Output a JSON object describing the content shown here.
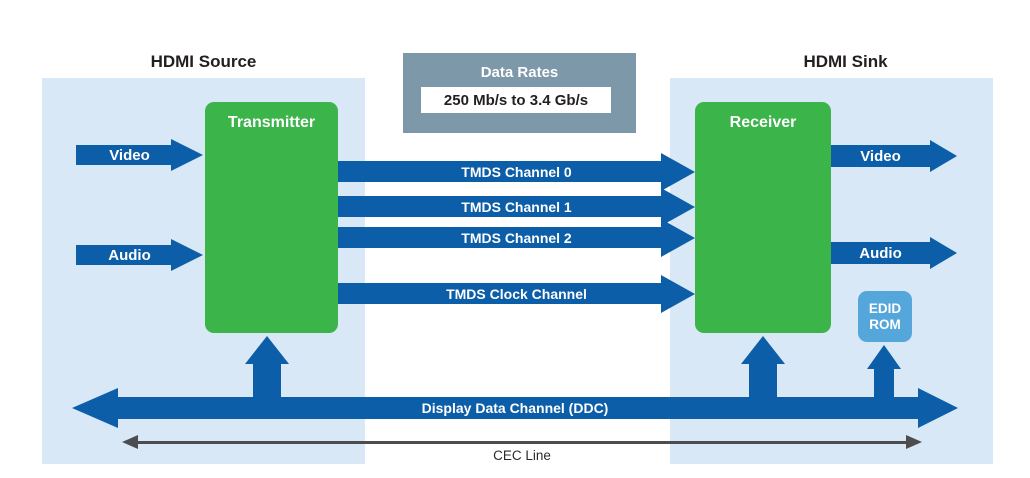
{
  "source": {
    "title": "HDMI Source",
    "block_label": "Transmitter"
  },
  "sink": {
    "title": "HDMI Sink",
    "block_label": "Receiver",
    "edid_rom": {
      "line1": "EDID",
      "line2": "ROM"
    }
  },
  "data_rates": {
    "title": "Data Rates",
    "range": "250 Mb/s to 3.4 Gb/s"
  },
  "source_inputs": [
    {
      "label": "Video"
    },
    {
      "label": "Audio"
    }
  ],
  "sink_outputs": [
    {
      "label": "Video"
    },
    {
      "label": "Audio"
    }
  ],
  "tmds_channels": [
    {
      "label": "TMDS Channel 0"
    },
    {
      "label": "TMDS Channel 1"
    },
    {
      "label": "TMDS Channel 2"
    },
    {
      "label": "TMDS Clock Channel"
    }
  ],
  "ddc": {
    "label": "Display Data Channel (DDC)"
  },
  "cec": {
    "label": "CEC Line"
  },
  "colors": {
    "arrow_blue": "#0B5EA7",
    "panel_light_blue": "#D8E8F6",
    "block_green": "#3BB54A",
    "edid_blue": "#55A7DB",
    "data_rates_slate": "#7C98A9",
    "cec_gray": "#4D4D4F",
    "text_dark": "#231F20"
  }
}
